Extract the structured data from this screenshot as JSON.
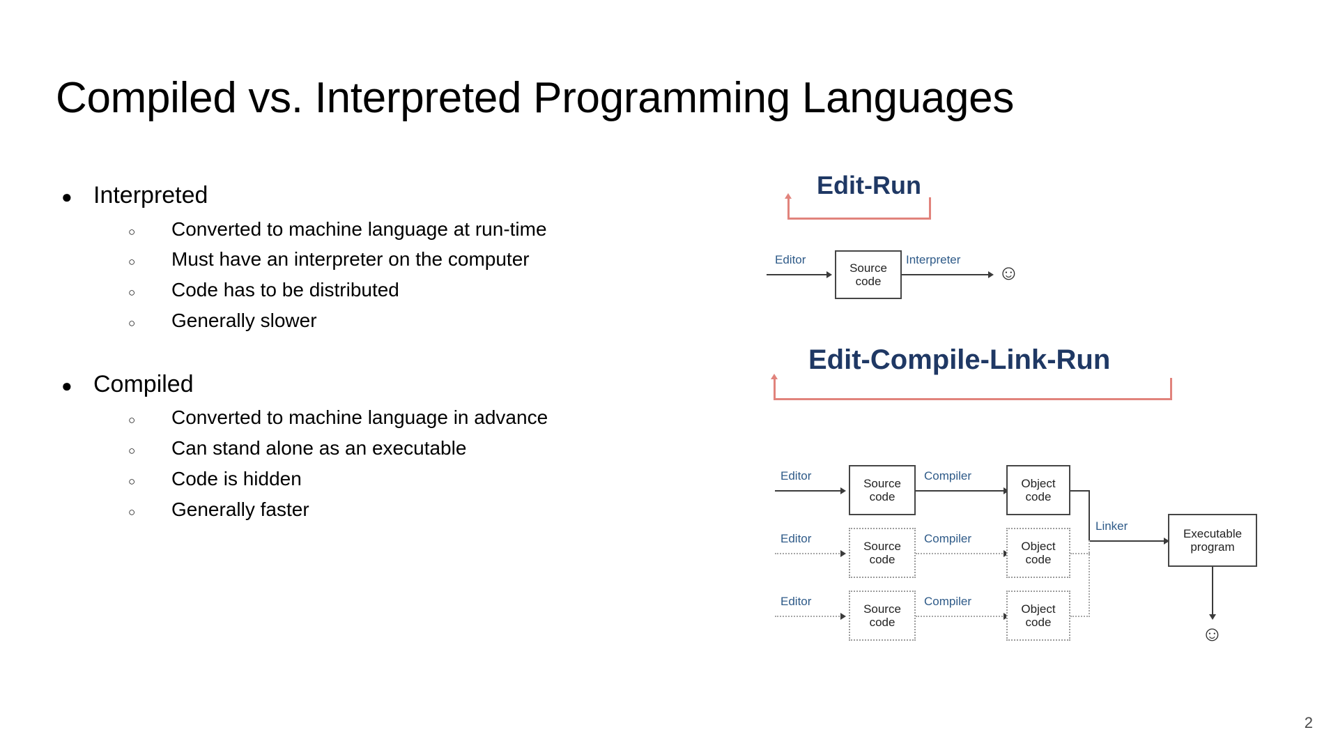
{
  "slide": {
    "title": "Compiled vs. Interpreted Programming Languages",
    "page_number": "2"
  },
  "colors": {
    "title_text": "#000000",
    "banner_text": "#1f3864",
    "bracket": "#e1837c",
    "edge_label": "#2e5a88",
    "box_border_solid": "#454545",
    "box_border_dashed": "#9a9a9a"
  },
  "bullets": [
    {
      "label": "Interpreted",
      "marker": "●",
      "sub_marker": "○",
      "children": [
        "Converted to machine language at run-time",
        "Must have an interpreter on the computer",
        "Code has to be distributed",
        "Generally slower"
      ]
    },
    {
      "label": "Compiled",
      "marker": "●",
      "sub_marker": "○",
      "children": [
        "Converted to machine language in advance",
        "Can stand alone as an executable",
        "Code is hidden",
        "Generally faster"
      ]
    }
  ],
  "diagrams": {
    "interpreted": {
      "banner": "Edit-Run",
      "nodes": {
        "source_code": "Source\ncode"
      },
      "labels": {
        "editor": "Editor",
        "interpreter": "Interpreter"
      },
      "result_icon": "☺"
    },
    "compiled": {
      "banner": "Edit-Compile-Link-Run",
      "nodes": {
        "source_code": "Source\ncode",
        "object_code": "Object\ncode",
        "executable": "Executable\nprogram"
      },
      "labels": {
        "editor": "Editor",
        "compiler": "Compiler",
        "linker": "Linker"
      },
      "result_icon": "☺",
      "rows": 3
    }
  }
}
